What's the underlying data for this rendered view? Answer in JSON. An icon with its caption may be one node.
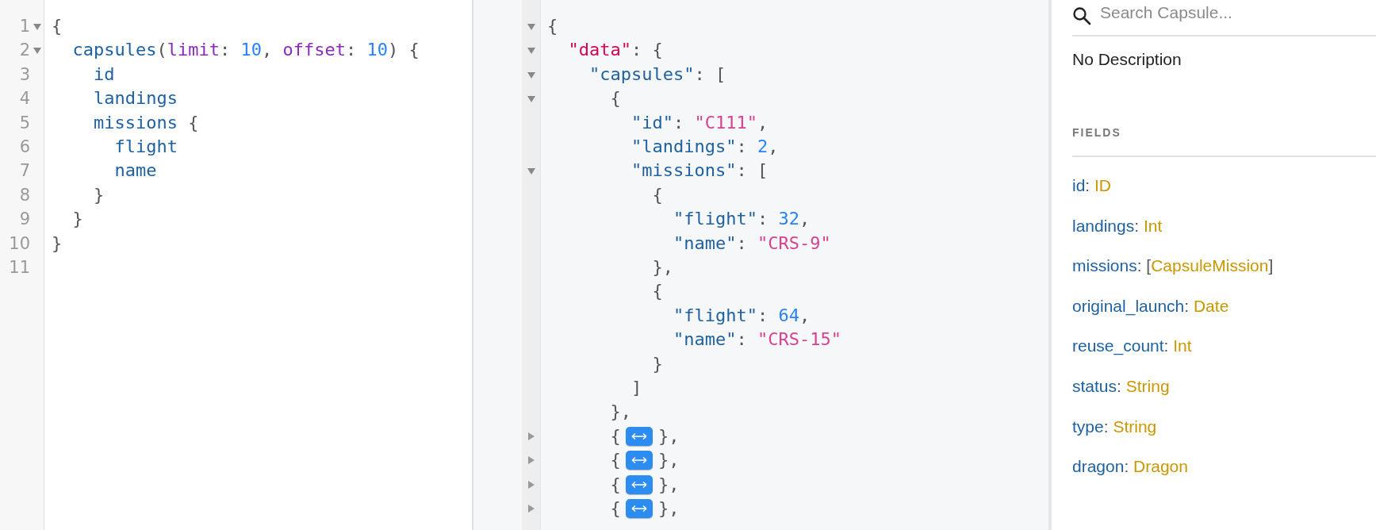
{
  "diagram": {
    "labels": [
      "1",
      "2",
      "3",
      "4",
      "5",
      "6",
      "7",
      "8",
      "9",
      "10",
      "11",
      "{",
      "capsules(limit: 10, offset: 10) {",
      "id",
      "landings",
      "missions {",
      "flight",
      "name",
      "}",
      "}",
      "}",
      "{",
      "\"data\": {",
      "\"capsules\": [",
      "{",
      "\"id\": \"C111\",",
      "\"landings\": 2,",
      "\"missions\": [",
      "{",
      "\"flight\": 32,",
      "\"name\": \"CRS-9\"",
      "},",
      "{",
      "\"flight\": 64,",
      "\"name\": \"CRS-15\"",
      "}",
      "]",
      "},",
      "{",
      "},",
      "{",
      "},",
      "{",
      "},",
      "{",
      "},",
      "Search Capsule...",
      "No Description",
      "FIELDS",
      "id: ID",
      "landings: Int",
      "missions: [CapsuleMission]",
      "original_launch: Date",
      "reuse_count: Int",
      "status: String",
      "type: String",
      "dragon: Dragon"
    ]
  }
}
